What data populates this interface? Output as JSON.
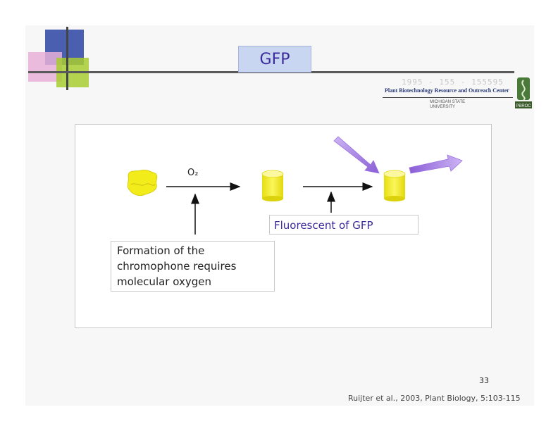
{
  "slide": {
    "title": "GFP",
    "page_number": "33",
    "citation": "Ruijter et al., 2003, Plant Biology, 5:103-115"
  },
  "logo": {
    "line1": "1995 - 155 - 155595",
    "line2": "Plant Biotechnology Resource and Outreach Center",
    "line3a": "MICHIGAN STATE",
    "line3b": "UNIVERSITY",
    "emblem_text": "PBROC"
  },
  "diagram": {
    "reaction_label": "O₂",
    "fluorescent_label": "Fluorescent of GFP",
    "oxygen_note": "Formation of the chromophone requires molecular oxygen"
  },
  "colors": {
    "title_bg": "#c9d6f2",
    "title_text": "#3a2a9a",
    "chromophore": "#f2ec1a",
    "light_arrow": "#9a70e0"
  }
}
